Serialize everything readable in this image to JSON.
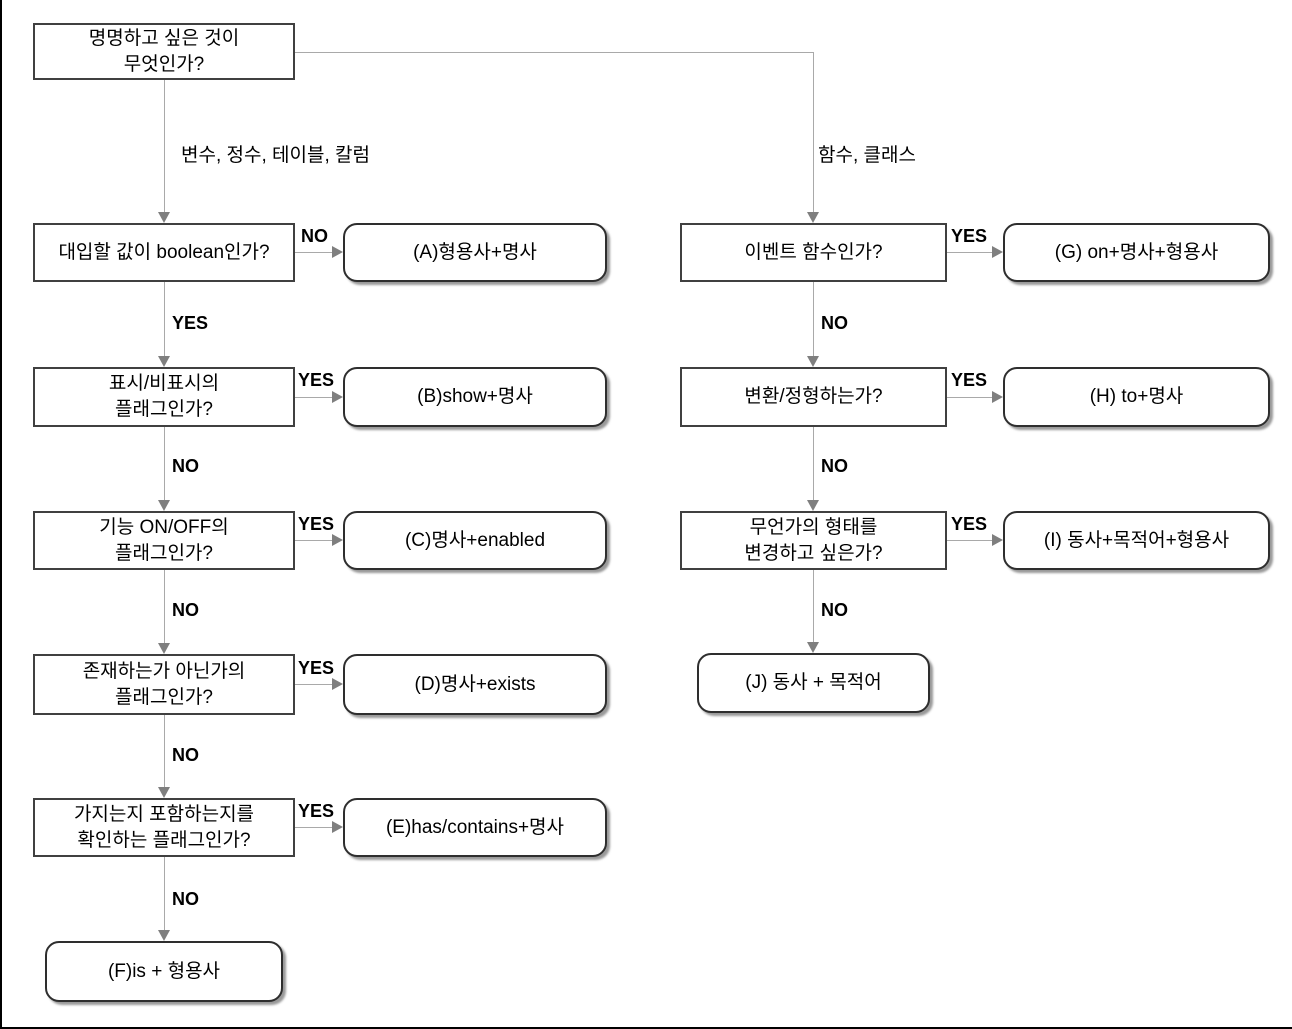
{
  "diagram_title": "naming-decision-flowchart",
  "nodes": {
    "start": "명명하고 싶은 것이\n무엇인가?",
    "q_boolean": "대입할 값이 boolean인가?",
    "q_show": "표시/비표시의\n플래그인가?",
    "q_onoff": "기능 ON/OFF의\n플래그인가?",
    "q_exists": "존재하는가 아닌가의\n플래그인가?",
    "q_has": "가지는지 포함하는지를\n확인하는 플래그인가?",
    "r_a": "(A)형용사+명사",
    "r_b": "(B)show+명사",
    "r_c": "(C)명사+enabled",
    "r_d": "(D)명사+exists",
    "r_e": "(E)has/contains+명사",
    "r_f": "(F)is + 형용사",
    "q_event": "이벤트 함수인가?",
    "q_convert": "변환/정형하는가?",
    "q_change": "무언가의 형태를\n변경하고 싶은가?",
    "r_g": "(G) on+명사+형용사",
    "r_h": "(H) to+명사",
    "r_i": "(I) 동사+목적어+형용사",
    "r_j": "(J) 동사 + 목적어"
  },
  "labels": {
    "yes": "YES",
    "no": "NO",
    "branch_left": "변수, 정수, 테이블, 칼럼",
    "branch_right": "함수, 클래스"
  },
  "edges": [
    {
      "from": "start",
      "to": "q_boolean",
      "label": "변수, 정수, 테이블, 칼럼"
    },
    {
      "from": "start",
      "to": "q_event",
      "label": "함수, 클래스"
    },
    {
      "from": "q_boolean",
      "to": "r_a",
      "label": "NO"
    },
    {
      "from": "q_boolean",
      "to": "q_show",
      "label": "YES"
    },
    {
      "from": "q_show",
      "to": "r_b",
      "label": "YES"
    },
    {
      "from": "q_show",
      "to": "q_onoff",
      "label": "NO"
    },
    {
      "from": "q_onoff",
      "to": "r_c",
      "label": "YES"
    },
    {
      "from": "q_onoff",
      "to": "q_exists",
      "label": "NO"
    },
    {
      "from": "q_exists",
      "to": "r_d",
      "label": "YES"
    },
    {
      "from": "q_exists",
      "to": "q_has",
      "label": "NO"
    },
    {
      "from": "q_has",
      "to": "r_e",
      "label": "YES"
    },
    {
      "from": "q_has",
      "to": "r_f",
      "label": "NO"
    },
    {
      "from": "q_event",
      "to": "r_g",
      "label": "YES"
    },
    {
      "from": "q_event",
      "to": "q_convert",
      "label": "NO"
    },
    {
      "from": "q_convert",
      "to": "r_h",
      "label": "YES"
    },
    {
      "from": "q_convert",
      "to": "q_change",
      "label": "NO"
    },
    {
      "from": "q_change",
      "to": "r_i",
      "label": "YES"
    },
    {
      "from": "q_change",
      "to": "r_j",
      "label": "NO"
    }
  ],
  "colors": {
    "background": "#ffffff",
    "frame": "#000000",
    "line": "#a9a9a9",
    "arrowhead": "#7f7f7f",
    "question_border": "#404040",
    "result_border": "#2e2e2e",
    "text": "#000000"
  }
}
